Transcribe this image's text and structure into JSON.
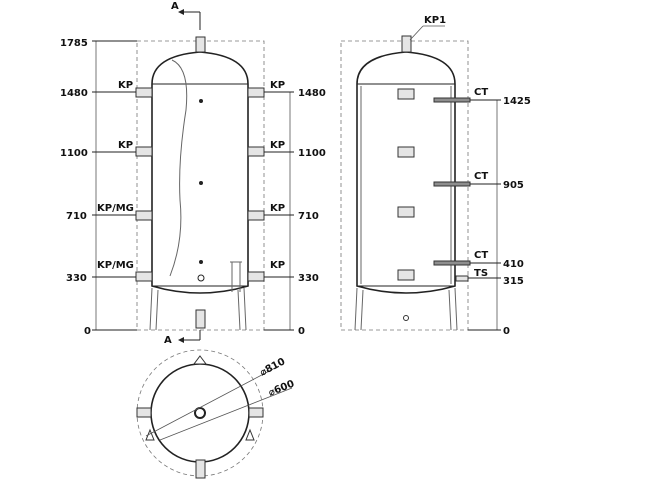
{
  "section_marker": "A",
  "left_view": {
    "levels": [
      "1785",
      "1480",
      "1100",
      "710",
      "330",
      "0"
    ],
    "left_labels": [
      "KP",
      "KP",
      "KP/MG",
      "KP/MG"
    ],
    "right_labels": [
      "KP",
      "KP",
      "KP",
      "KP"
    ],
    "right_levels": [
      "1480",
      "1100",
      "710",
      "330",
      "0"
    ]
  },
  "right_view": {
    "top_label": "KP1",
    "labels": [
      "CT",
      "CT",
      "CT",
      "TS"
    ],
    "levels": [
      "1425",
      "905",
      "410",
      "315",
      "0"
    ]
  },
  "plan_view": {
    "dim_outer": "810",
    "dim_inner": "600",
    "diameter_symbol": "⌀"
  }
}
